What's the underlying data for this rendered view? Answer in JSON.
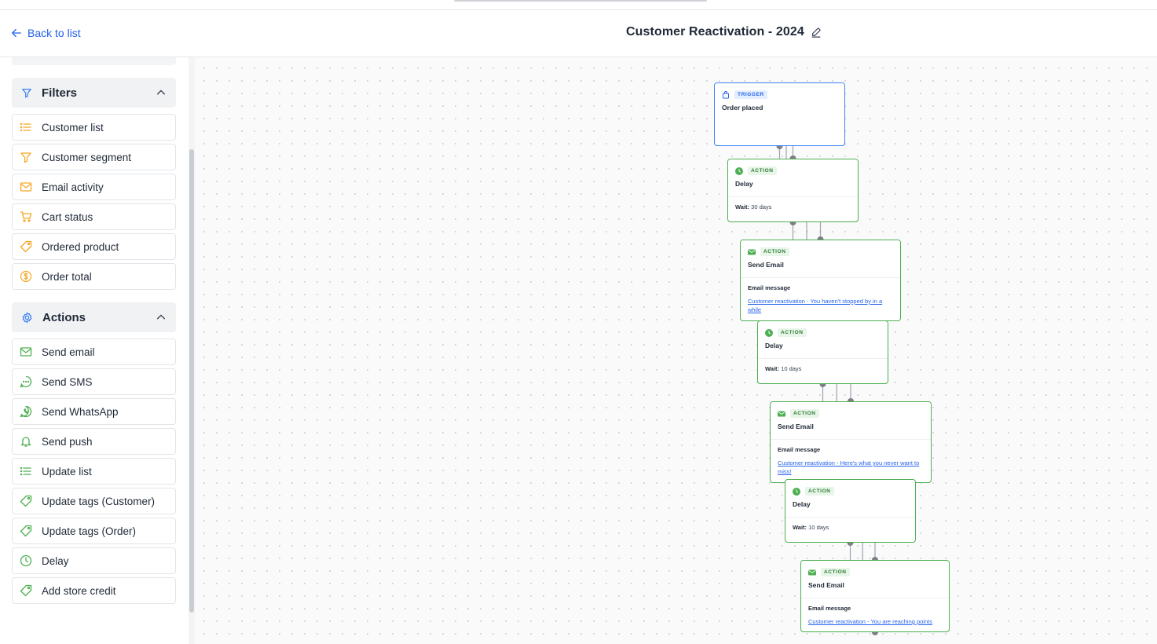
{
  "header": {
    "back_label": "Back to list",
    "title": "Customer Reactivation - 2024"
  },
  "sidebar": {
    "filters": {
      "title": "Filters",
      "items": [
        {
          "label": "Customer list",
          "icon": "list-icon"
        },
        {
          "label": "Customer segment",
          "icon": "funnel-icon"
        },
        {
          "label": "Email activity",
          "icon": "envelope-icon"
        },
        {
          "label": "Cart status",
          "icon": "cart-icon"
        },
        {
          "label": "Ordered product",
          "icon": "tag-icon"
        },
        {
          "label": "Order total",
          "icon": "dollar-icon"
        }
      ]
    },
    "actions": {
      "title": "Actions",
      "items": [
        {
          "label": "Send email",
          "icon": "envelope-icon"
        },
        {
          "label": "Send SMS",
          "icon": "sms-icon"
        },
        {
          "label": "Send WhatsApp",
          "icon": "whatsapp-icon"
        },
        {
          "label": "Send push",
          "icon": "bell-icon"
        },
        {
          "label": "Update list",
          "icon": "list-icon"
        },
        {
          "label": "Update tags (Customer)",
          "icon": "tag-icon"
        },
        {
          "label": "Update tags (Order)",
          "icon": "tag-icon"
        },
        {
          "label": "Delay",
          "icon": "clock-icon"
        },
        {
          "label": "Add store credit",
          "icon": "tag-icon"
        }
      ]
    }
  },
  "colors": {
    "filter_accent": "#f5a623",
    "action_accent": "#4caf50",
    "trigger_border": "#3b82f6",
    "link": "#2563eb"
  },
  "workflow": {
    "nodes": [
      {
        "type": "TRIGGER",
        "title": "Order placed"
      },
      {
        "type": "ACTION",
        "title": "Delay",
        "wait_label": "Wait:",
        "wait_value": "30 days"
      },
      {
        "type": "ACTION",
        "title": "Send Email",
        "message_label": "Email message",
        "message_link": "Customer reactivation - You haven't stopped by in a while"
      },
      {
        "type": "ACTION",
        "title": "Delay",
        "wait_label": "Wait:",
        "wait_value": "10 days"
      },
      {
        "type": "ACTION",
        "title": "Send Email",
        "message_label": "Email message",
        "message_link": "Customer reactivation - Here's what you never want to miss!"
      },
      {
        "type": "ACTION",
        "title": "Delay",
        "wait_label": "Wait:",
        "wait_value": "10 days"
      },
      {
        "type": "ACTION",
        "title": "Send Email",
        "message_label": "Email message",
        "message_link": "Customer reactivation - You are reaching points"
      }
    ]
  }
}
